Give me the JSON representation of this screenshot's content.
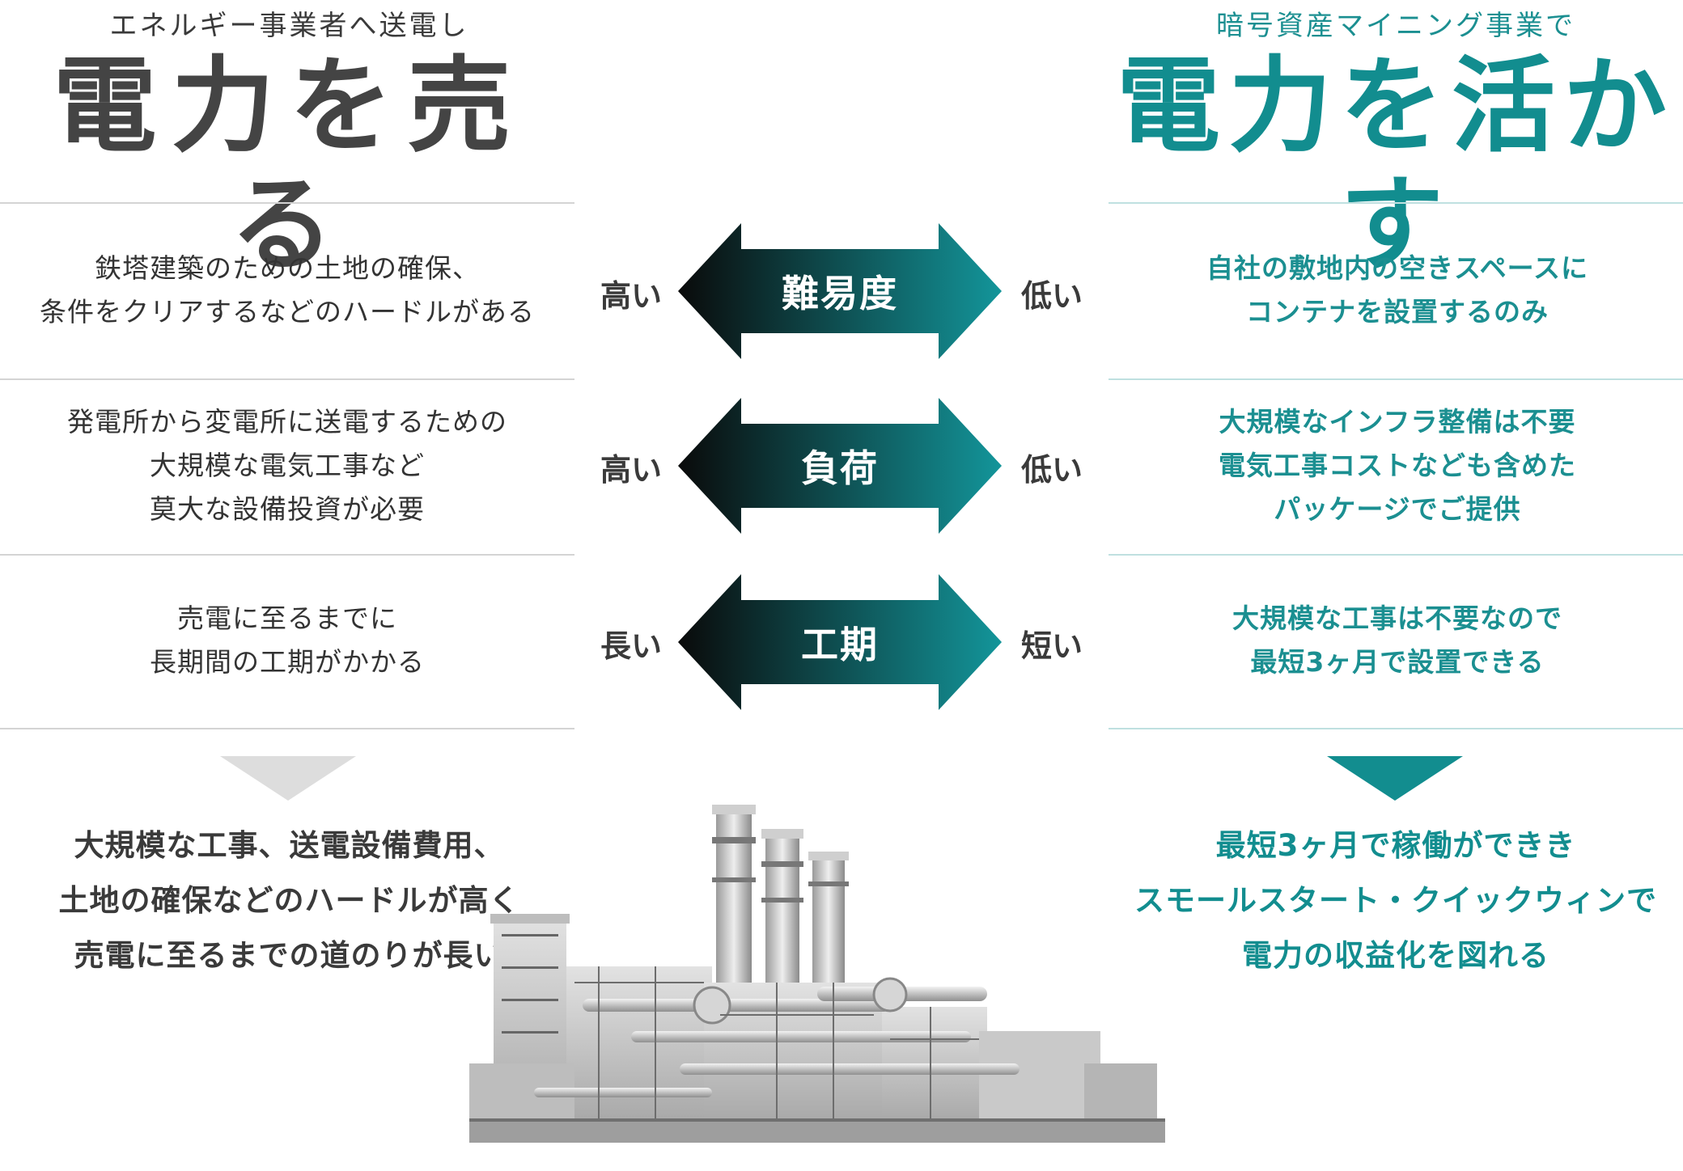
{
  "header": {
    "left_subtitle": "エネルギー事業者へ送電し",
    "left_title": "電力を売る",
    "right_subtitle": "暗号資産マイニング事業で",
    "right_title": "電力を活かす"
  },
  "rows": [
    {
      "left_lines": [
        "鉄塔建築のための土地の確保、",
        "条件をクリアするなどのハードルがある"
      ],
      "left_level": "高い",
      "label": "難易度",
      "right_level": "低い",
      "right_lines": [
        "自社の敷地内の空きスペースに",
        "コンテナを設置するのみ"
      ]
    },
    {
      "left_lines": [
        "発電所から変電所に送電するための",
        "大規模な電気工事など",
        "莫大な設備投資が必要"
      ],
      "left_level": "高い",
      "label": "負荷",
      "right_level": "低い",
      "right_lines": [
        "大規模なインフラ整備は不要",
        "電気工事コストなども含めた",
        "パッケージでご提供"
      ]
    },
    {
      "left_lines": [
        "売電に至るまでに",
        "長期間の工期がかかる"
      ],
      "left_level": "長い",
      "label": "工期",
      "right_level": "短い",
      "right_lines": [
        "大規模な工事は不要なので",
        "最短3ヶ月で設置できる"
      ]
    }
  ],
  "summary": {
    "left_lines": [
      "大規模な工事、送電設備費用、",
      "土地の確保などのハードルが高く",
      "売電に至るまでの道のりが長い"
    ],
    "right_lines": [
      "最短3ヶ月で稼働ができき",
      "スモールスタート・クイックウィンで",
      "電力の収益化を図れる"
    ]
  },
  "colors": {
    "accent": "#128d8f",
    "arrow_dark": "#0a0a0a",
    "arrow_light": "#13959a",
    "left_triangle": "#dddddd",
    "right_triangle": "#128d8f"
  },
  "icons": {
    "plant_image": "power-plant-icon"
  }
}
